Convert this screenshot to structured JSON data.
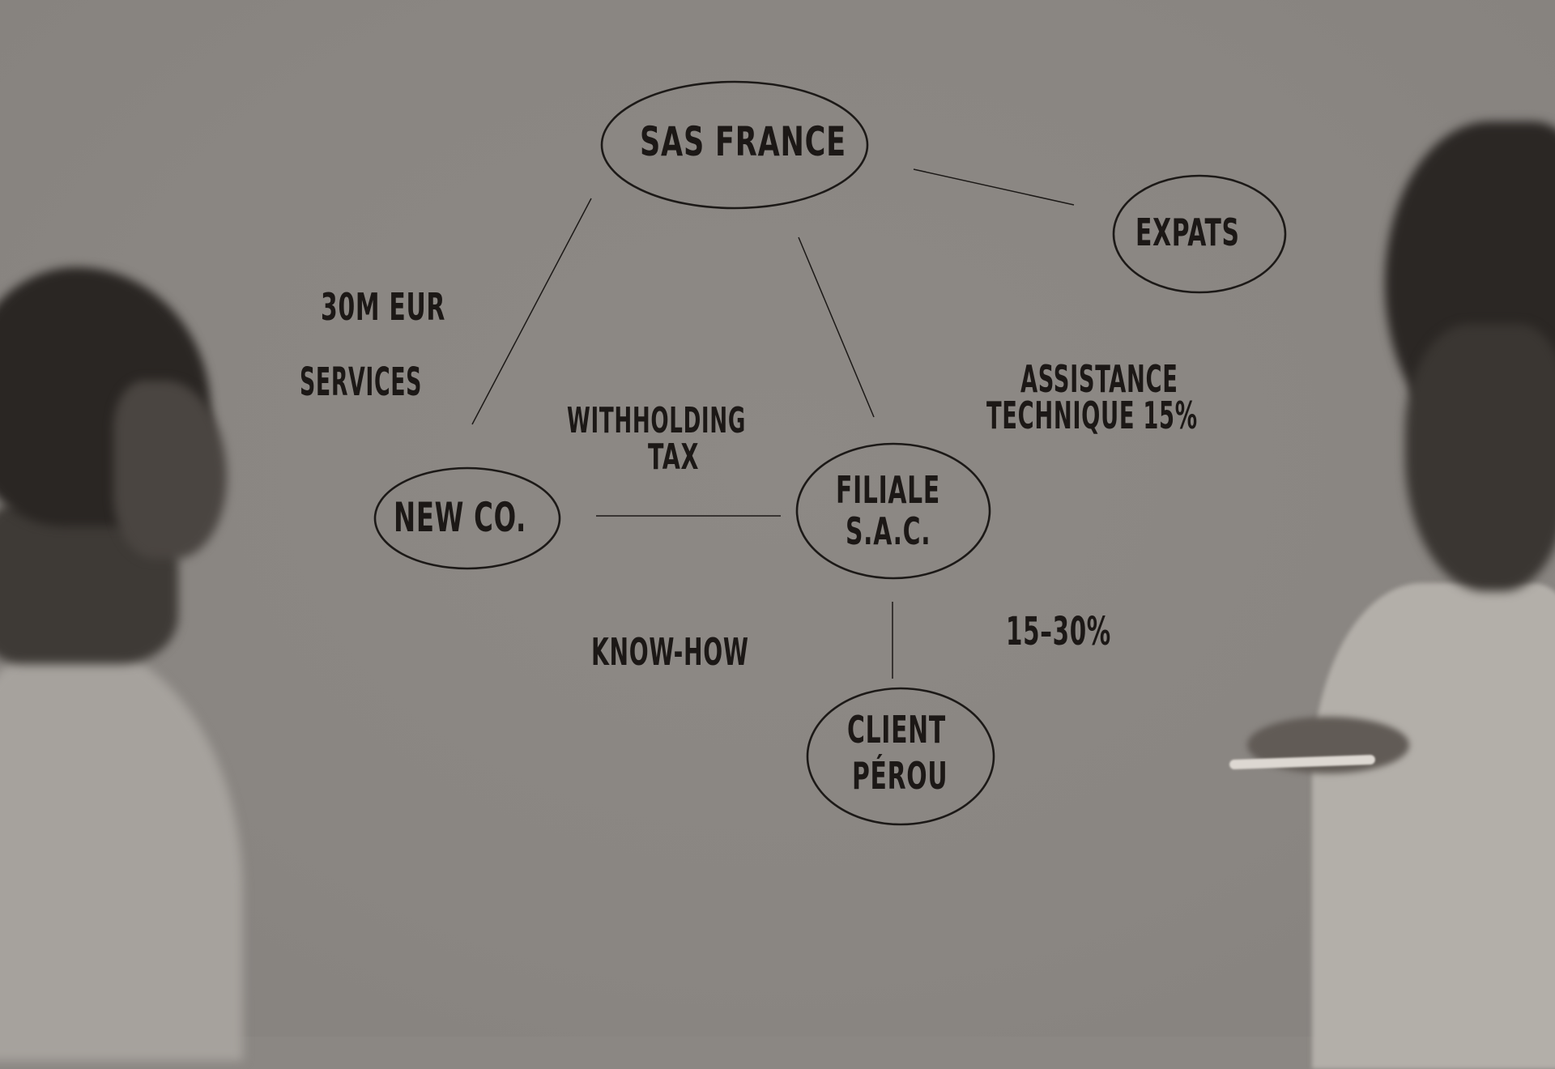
{
  "diagram": {
    "nodes": {
      "sas_france": "SAS FRANCE",
      "expats": "EXPATS",
      "new_co": "NEW CO.",
      "filiale_line1": "FILIALE",
      "filiale_line2": "S.A.C.",
      "client_line1": "CLIENT",
      "client_line2": "PÉROU"
    },
    "annotations": {
      "amount": "30M EUR",
      "services": "SERVICES",
      "withholding_line1": "WITHHOLDING",
      "withholding_line2": "TAX",
      "assistance_line1": "ASSISTANCE",
      "assistance_line2": "TECHNIQUE 15%",
      "know_how": "KNOW-HOW",
      "rate_range": "15–30%"
    },
    "edges": [
      {
        "from": "SAS FRANCE",
        "to": "EXPATS"
      },
      {
        "from": "SAS FRANCE",
        "to": "NEW CO."
      },
      {
        "from": "SAS FRANCE",
        "to": "FILIALE S.A.C."
      },
      {
        "from": "NEW CO.",
        "to": "FILIALE S.A.C."
      },
      {
        "from": "FILIALE S.A.C.",
        "to": "CLIENT PÉROU"
      }
    ],
    "colors": {
      "background": "#8b8783",
      "ink": "#1c1917"
    }
  }
}
